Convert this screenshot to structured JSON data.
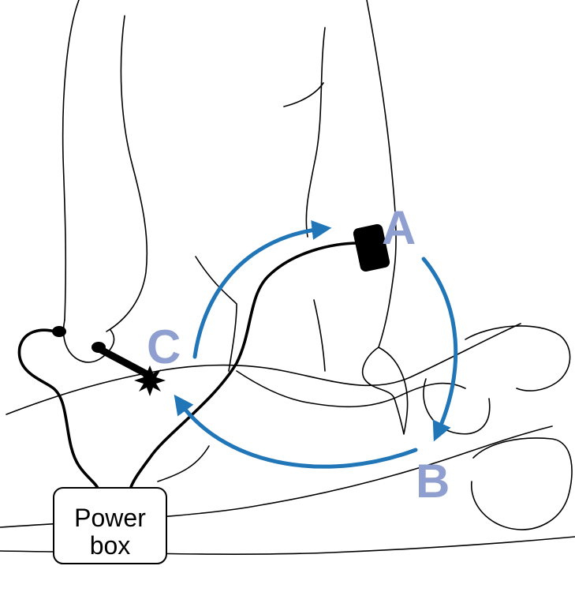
{
  "labels": {
    "point_a": "A",
    "point_b": "B",
    "point_c": "C",
    "power_box_line1": "Power",
    "power_box_line2": "box"
  },
  "colors": {
    "arrow": "#2176b8",
    "label": "#8f9fcf",
    "outline": "#000000",
    "background": "#ffffff"
  },
  "icons": {
    "electrode_pad": "black-pad-electrode",
    "probe": "handheld-probe-with-spark",
    "spark": "spark-icon"
  }
}
